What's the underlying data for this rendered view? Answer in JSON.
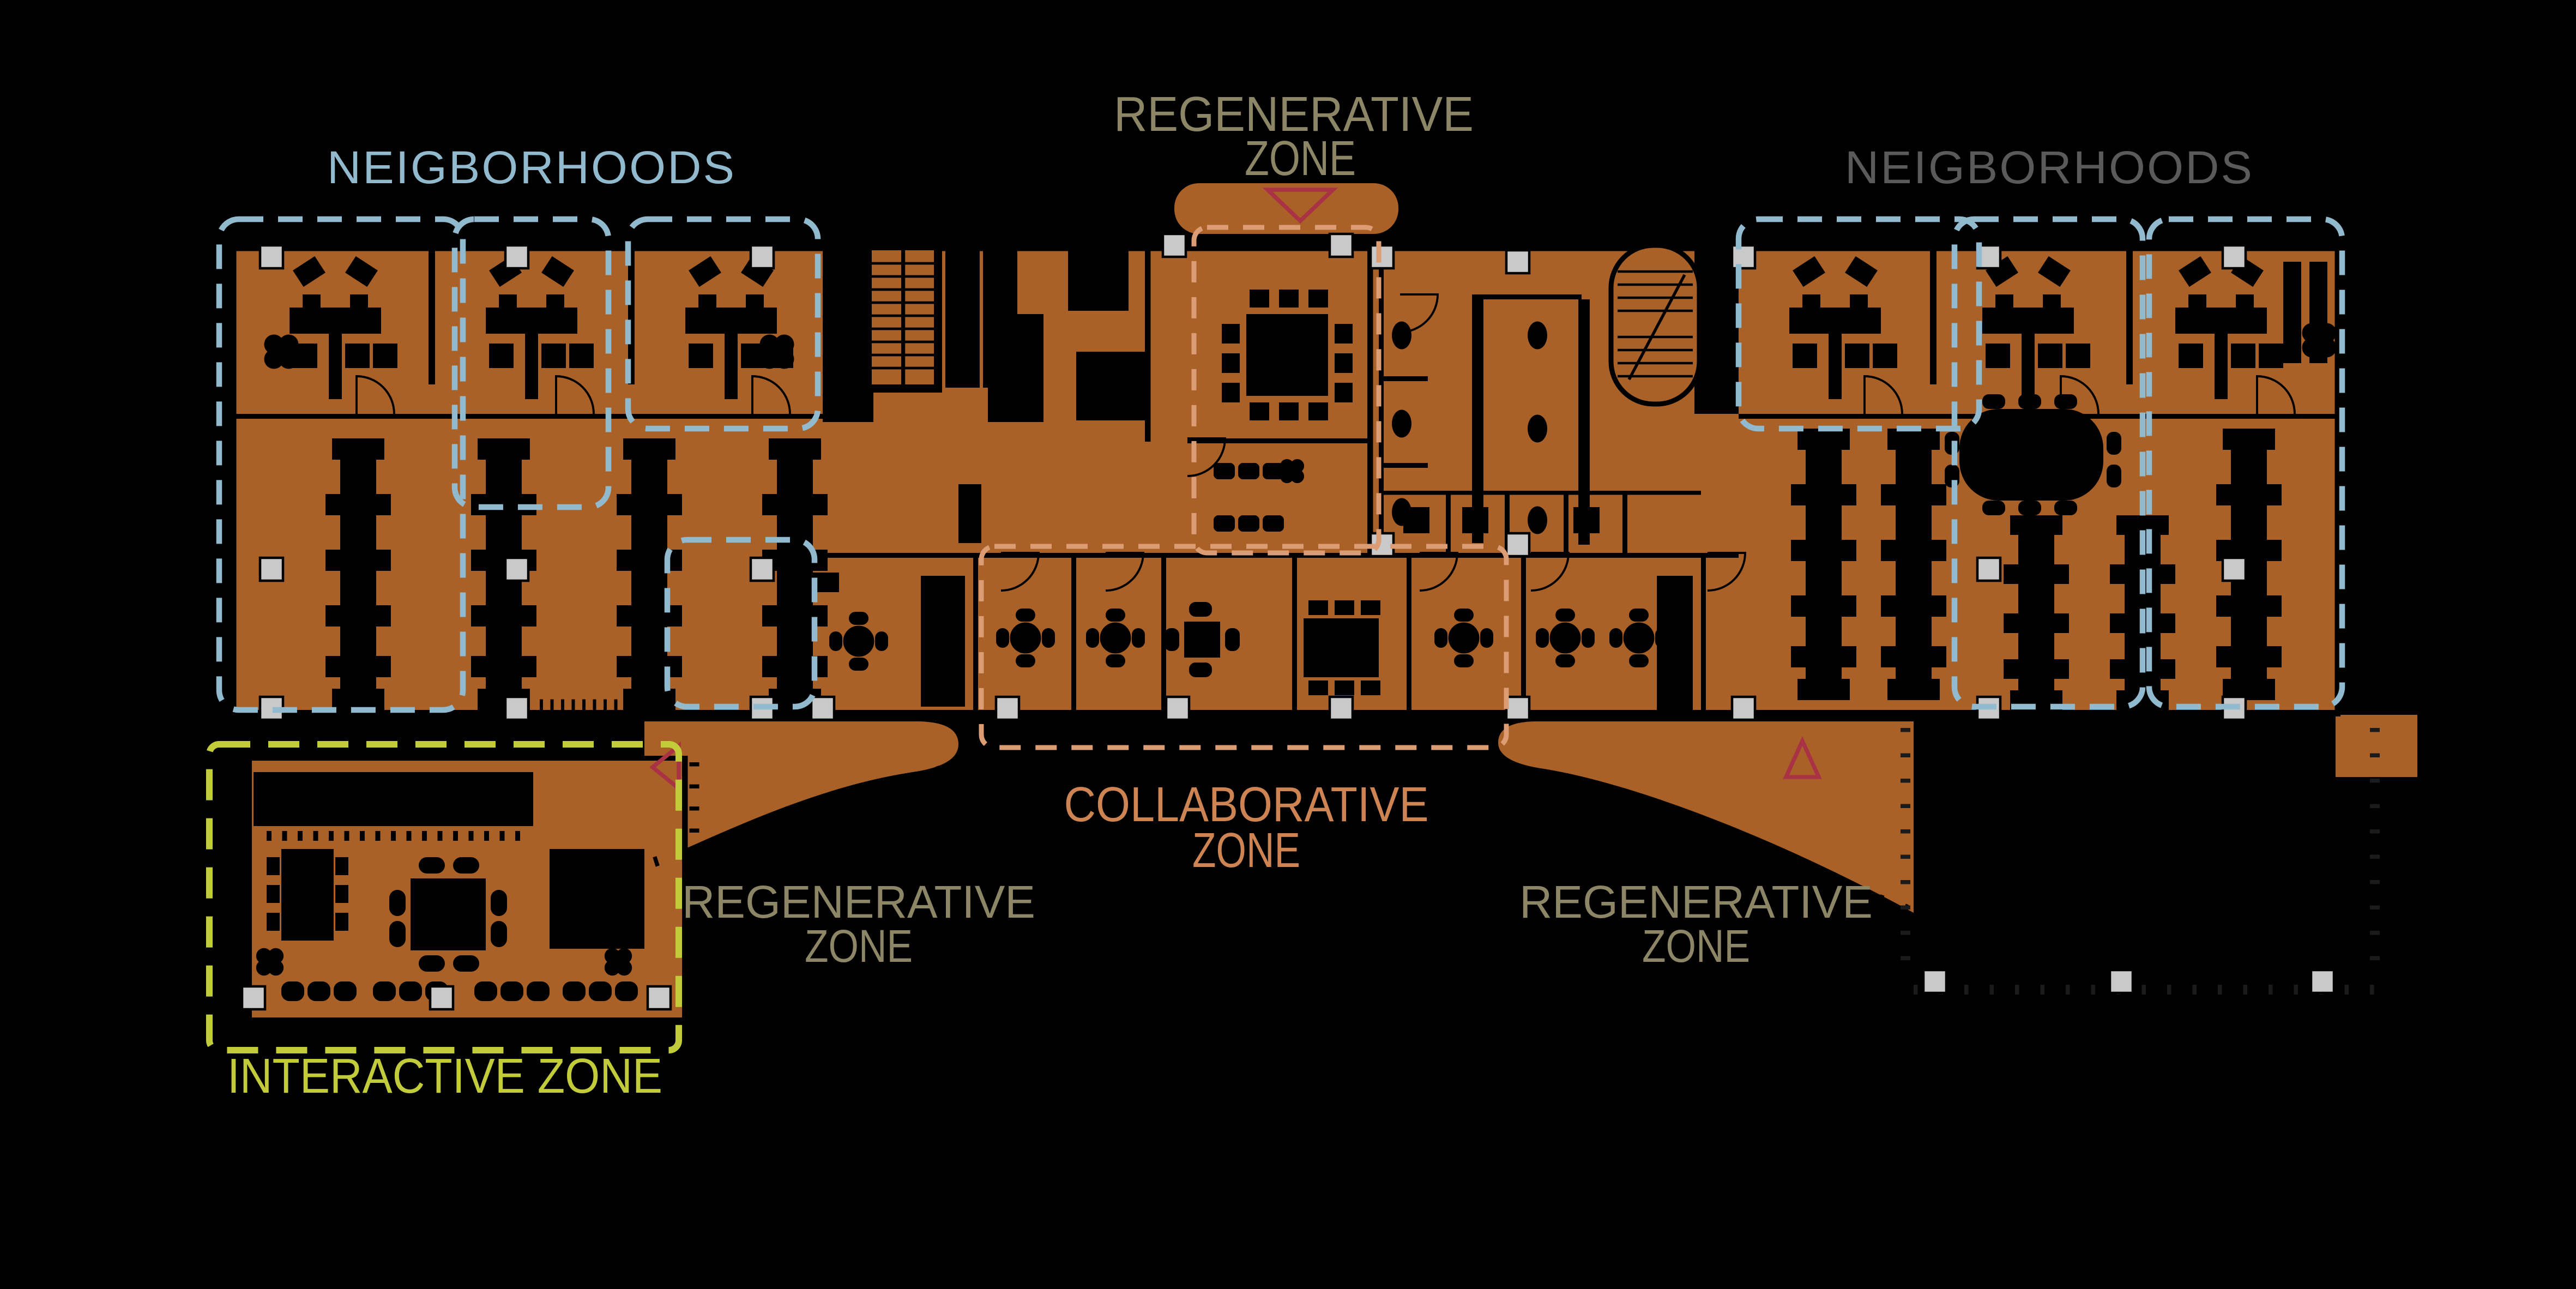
{
  "zones": {
    "neighborhoods_left": {
      "label": "NEIGBORHOODS",
      "color": "#92BACF"
    },
    "neighborhoods_right": {
      "label": "NEIGBORHOODS",
      "color": "#5A5A5A"
    },
    "regenerative_top": {
      "line1": "REGENERATIVE",
      "line2": "ZONE",
      "color": "#8C8566"
    },
    "regenerative_left": {
      "line1": "REGENERATIVE",
      "line2": "ZONE",
      "color": "#8C8566"
    },
    "regenerative_right": {
      "line1": "REGENERATIVE",
      "line2": "ZONE",
      "color": "#8C8566"
    },
    "collaborative": {
      "line1": "COLLABORATIVE",
      "line2": "ZONE",
      "color": "#CD8452"
    },
    "interactive": {
      "label": "INTERACTIVE ZONE",
      "color": "#C2CC3B"
    }
  },
  "plan_colors": {
    "background": "#000000",
    "floor": "#A96127",
    "walls_furniture": "#000000",
    "column_marker": "#C9C9C9",
    "neighborhood_outline": "#92BACF",
    "interactive_outline": "#C2CC3B",
    "regenerative_outline": "#DC9C74",
    "collaborative_outline": "#DC9C74",
    "section_marker": "#A93344"
  },
  "markers": {
    "section_triangle_count": 3
  }
}
